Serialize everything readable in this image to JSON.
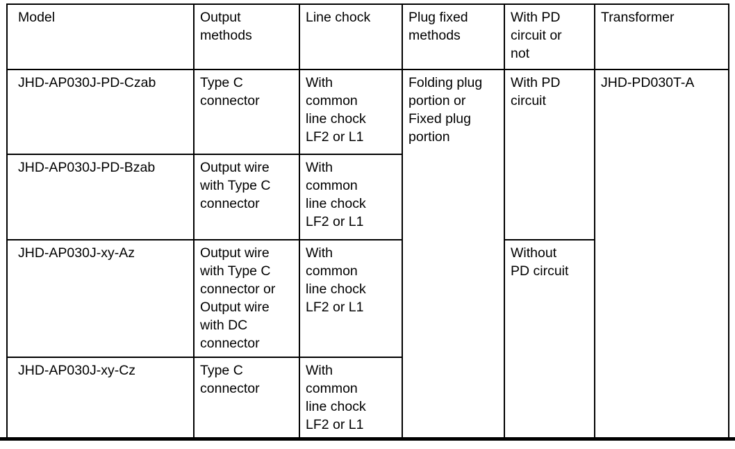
{
  "page": {
    "background": "#ffffff",
    "border_color": "#000000",
    "text_color": "#000000"
  },
  "table": {
    "header": {
      "model": "Model",
      "output_methods": "Output\nmethods",
      "line_chock": "Line chock",
      "plug_fixed_methods": "Plug fixed\nmethods",
      "pd_circuit_or_not": "With PD\ncircuit or\nnot",
      "transformer": "Transformer"
    },
    "rows": [
      {
        "model": "JHD-AP030J-PD-Czab",
        "output_methods": "Type C\nconnector",
        "line_chock": "With\ncommon\nline chock\nLF2 or L1"
      },
      {
        "model": "JHD-AP030J-PD-Bzab",
        "output_methods": "Output wire\nwith Type C\nconnector",
        "line_chock": "With\ncommon\nline chock\nLF2 or L1"
      },
      {
        "model": "JHD-AP030J-xy-Az",
        "output_methods": "Output wire\nwith Type C\nconnector or\nOutput wire\nwith DC\nconnector",
        "line_chock": "With\ncommon\nline chock\nLF2 or L1"
      },
      {
        "model": "JHD-AP030J-xy-Cz",
        "output_methods": "Type C\nconnector",
        "line_chock": "With\ncommon\nline chock\nLF2 or L1"
      }
    ],
    "merged_cells": {
      "plug_fixed_methods": "Folding plug\nportion or\nFixed plug\nportion",
      "with_pd_circuit": "With PD\ncircuit",
      "without_pd_circuit": "Without\nPD circuit",
      "transformer": "JHD-PD030T-A"
    }
  }
}
